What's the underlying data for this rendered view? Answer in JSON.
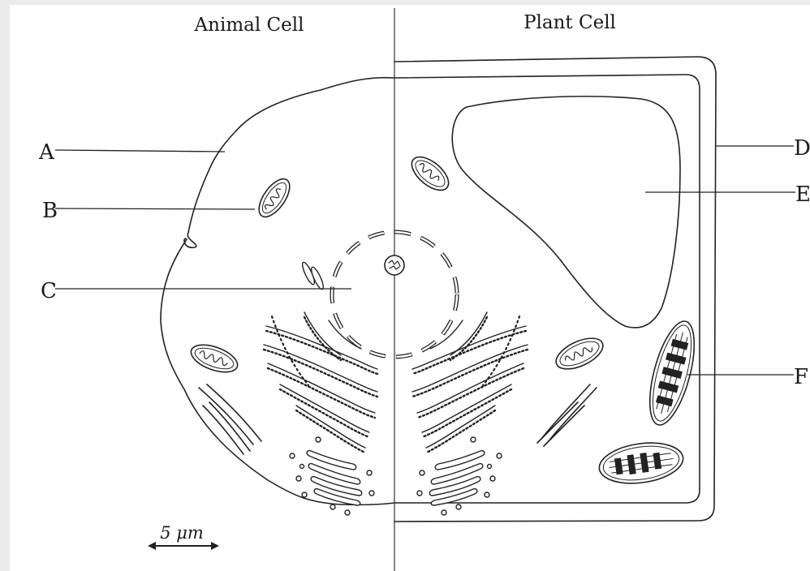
{
  "titles": {
    "animal": "Animal Cell",
    "plant": "Plant Cell"
  },
  "labels": {
    "A": "A",
    "B": "B",
    "C": "C",
    "D": "D",
    "E": "E",
    "F": "F"
  },
  "scale_bar": "5 μm"
}
